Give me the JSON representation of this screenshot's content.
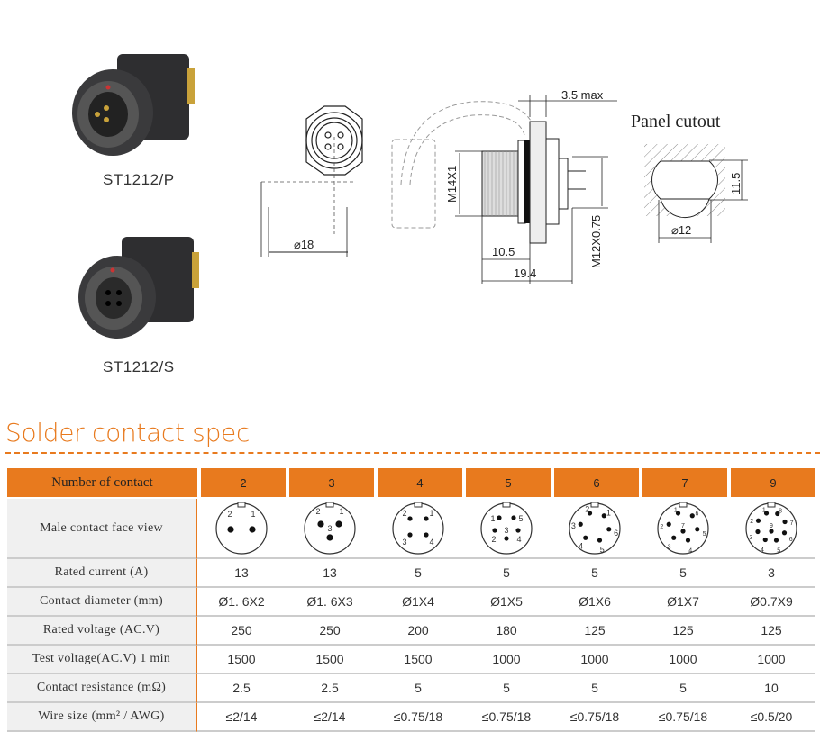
{
  "products": {
    "plug": "ST1212/P",
    "socket": "ST1212/S"
  },
  "drawing": {
    "dia": "⌀18",
    "thread": "M14X1",
    "rear_thread": "M12X0.75",
    "panel_max": "3.5 max",
    "len_a": "10.5",
    "len_b": "19.4"
  },
  "cutout": {
    "title": "Panel cutout",
    "height": "11.5",
    "dia": "⌀12"
  },
  "section_title": "Solder contact spec",
  "table": {
    "header": "Number of contact",
    "contacts": [
      "2",
      "3",
      "4",
      "5",
      "6",
      "7",
      "9"
    ],
    "rows": [
      {
        "label": "Male  contact  face  view"
      },
      {
        "label": "Rated current (A)",
        "values": [
          "13",
          "13",
          "5",
          "5",
          "5",
          "5",
          "3"
        ]
      },
      {
        "label": "Contact diameter (mm)",
        "values": [
          "Ø1. 6X2",
          "Ø1. 6X3",
          "Ø1X4",
          "Ø1X5",
          "Ø1X6",
          "Ø1X7",
          "Ø0.7X9"
        ]
      },
      {
        "label": "Rated voltage (AC.V)",
        "values": [
          "250",
          "250",
          "200",
          "180",
          "125",
          "125",
          "125"
        ]
      },
      {
        "label": "Test voltage(AC.V) 1 min",
        "values": [
          "1500",
          "1500",
          "1500",
          "1000",
          "1000",
          "1000",
          "1000"
        ]
      },
      {
        "label": "Contact resistance (mΩ)",
        "values": [
          "2.5",
          "2.5",
          "5",
          "5",
          "5",
          "5",
          "10"
        ]
      },
      {
        "label": "Wire size (mm² / AWG)",
        "values": [
          "≤2/14",
          "≤2/14",
          "≤0.75/18",
          "≤0.75/18",
          "≤0.75/18",
          "≤0.75/18",
          "≤0.5/20"
        ]
      }
    ],
    "pin_labels": [
      [
        "2",
        "1"
      ],
      [
        "2",
        "1",
        "3"
      ],
      [
        "2",
        "1",
        "3",
        "4"
      ],
      [
        "1",
        "5",
        "2",
        "3",
        "4"
      ],
      [
        "2",
        "1",
        "6",
        "5",
        "4",
        "3"
      ],
      [
        "1",
        "6",
        "5",
        "4",
        "3",
        "2",
        "7"
      ],
      [
        "1",
        "8",
        "7",
        "6",
        "5",
        "4",
        "3",
        "2",
        "9"
      ]
    ]
  }
}
